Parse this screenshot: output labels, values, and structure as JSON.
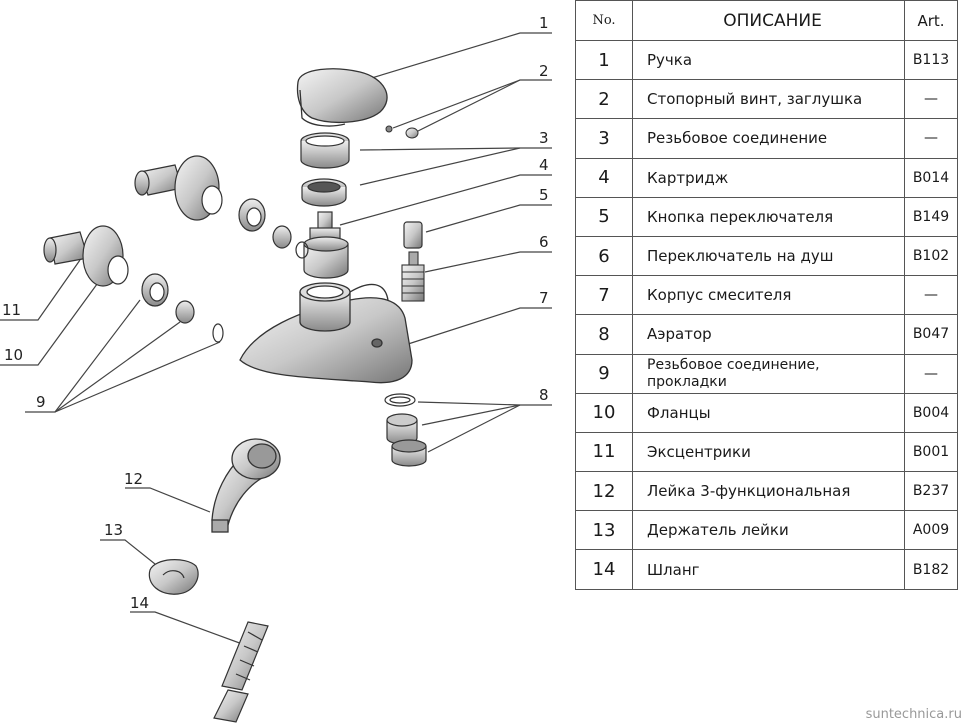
{
  "diagram": {
    "callouts": [
      "1",
      "2",
      "3",
      "4",
      "5",
      "6",
      "7",
      "8",
      "9",
      "10",
      "11",
      "12",
      "13",
      "14"
    ]
  },
  "table": {
    "headers": {
      "no": "No.",
      "description": "ОПИСАНИЕ",
      "art": "Art."
    },
    "rows": [
      {
        "no": "1",
        "description": "Ручка",
        "art": "B113"
      },
      {
        "no": "2",
        "description": "Стопорный винт, заглушка",
        "art": "—"
      },
      {
        "no": "3",
        "description": "Резьбовое соединение",
        "art": "—"
      },
      {
        "no": "4",
        "description": "Картридж",
        "art": "B014"
      },
      {
        "no": "5",
        "description": "Кнопка переключателя",
        "art": "B149"
      },
      {
        "no": "6",
        "description": "Переключатель на душ",
        "art": "B102"
      },
      {
        "no": "7",
        "description": "Корпус смесителя",
        "art": "—"
      },
      {
        "no": "8",
        "description": "Аэратор",
        "art": "B047"
      },
      {
        "no": "9",
        "description": "Резьбовое соединение, прокладки",
        "art": "—"
      },
      {
        "no": "10",
        "description": "Фланцы",
        "art": "B004"
      },
      {
        "no": "11",
        "description": "Эксцентрики",
        "art": "B001"
      },
      {
        "no": "12",
        "description": "Лейка 3-функциональная",
        "art": "B237"
      },
      {
        "no": "13",
        "description": "Держатель лейки",
        "art": "A009"
      },
      {
        "no": "14",
        "description": "Шланг",
        "art": "B182"
      }
    ]
  },
  "watermark": "suntechnica.ru"
}
